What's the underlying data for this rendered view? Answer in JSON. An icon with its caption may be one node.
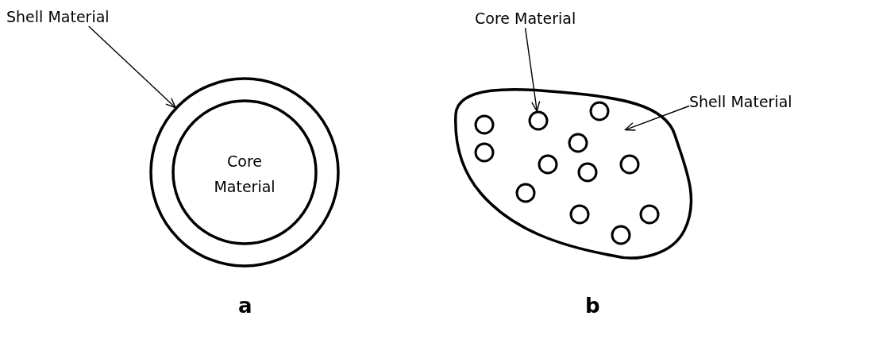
{
  "diagram": {
    "nodes": [
      {
        "text": [
          "Shell Material"
        ]
      },
      {
        "text": [],
        "shape": "circle"
      },
      {
        "text": [
          "Core Material"
        ],
        "in": 1
      },
      {
        "text": [
          "Core Material"
        ]
      },
      {
        "text": [
          "Shell Material"
        ]
      },
      {
        "text": [],
        "shape": "blob"
      },
      {
        "text": [],
        "shape": "circle",
        "in": 5
      },
      {
        "text": [],
        "shape": "circle",
        "in": 5
      },
      {
        "text": [],
        "shape": "circle",
        "in": 5
      },
      {
        "text": [],
        "shape": "circle",
        "in": 5
      },
      {
        "text": [],
        "shape": "circle",
        "in": 5
      },
      {
        "text": [],
        "shape": "circle",
        "in": 5
      },
      {
        "text": [],
        "shape": "circle",
        "in": 5
      },
      {
        "text": [],
        "shape": "circle",
        "in": 5
      },
      {
        "text": [],
        "shape": "circle",
        "in": 5
      },
      {
        "text": [],
        "shape": "circle",
        "in": 5
      },
      {
        "text": [],
        "shape": "circle",
        "in": 5
      },
      {
        "text": [],
        "shape": "circle",
        "in": 5
      }
    ],
    "edges": [
      {
        "from": 0,
        "to": 1,
        "arrow": "to"
      },
      {
        "from": 3,
        "to": 7,
        "arrow": "to"
      },
      {
        "from": 4,
        "to": 5,
        "arrow": "to"
      }
    ],
    "labels": [
      "a",
      "b"
    ]
  }
}
